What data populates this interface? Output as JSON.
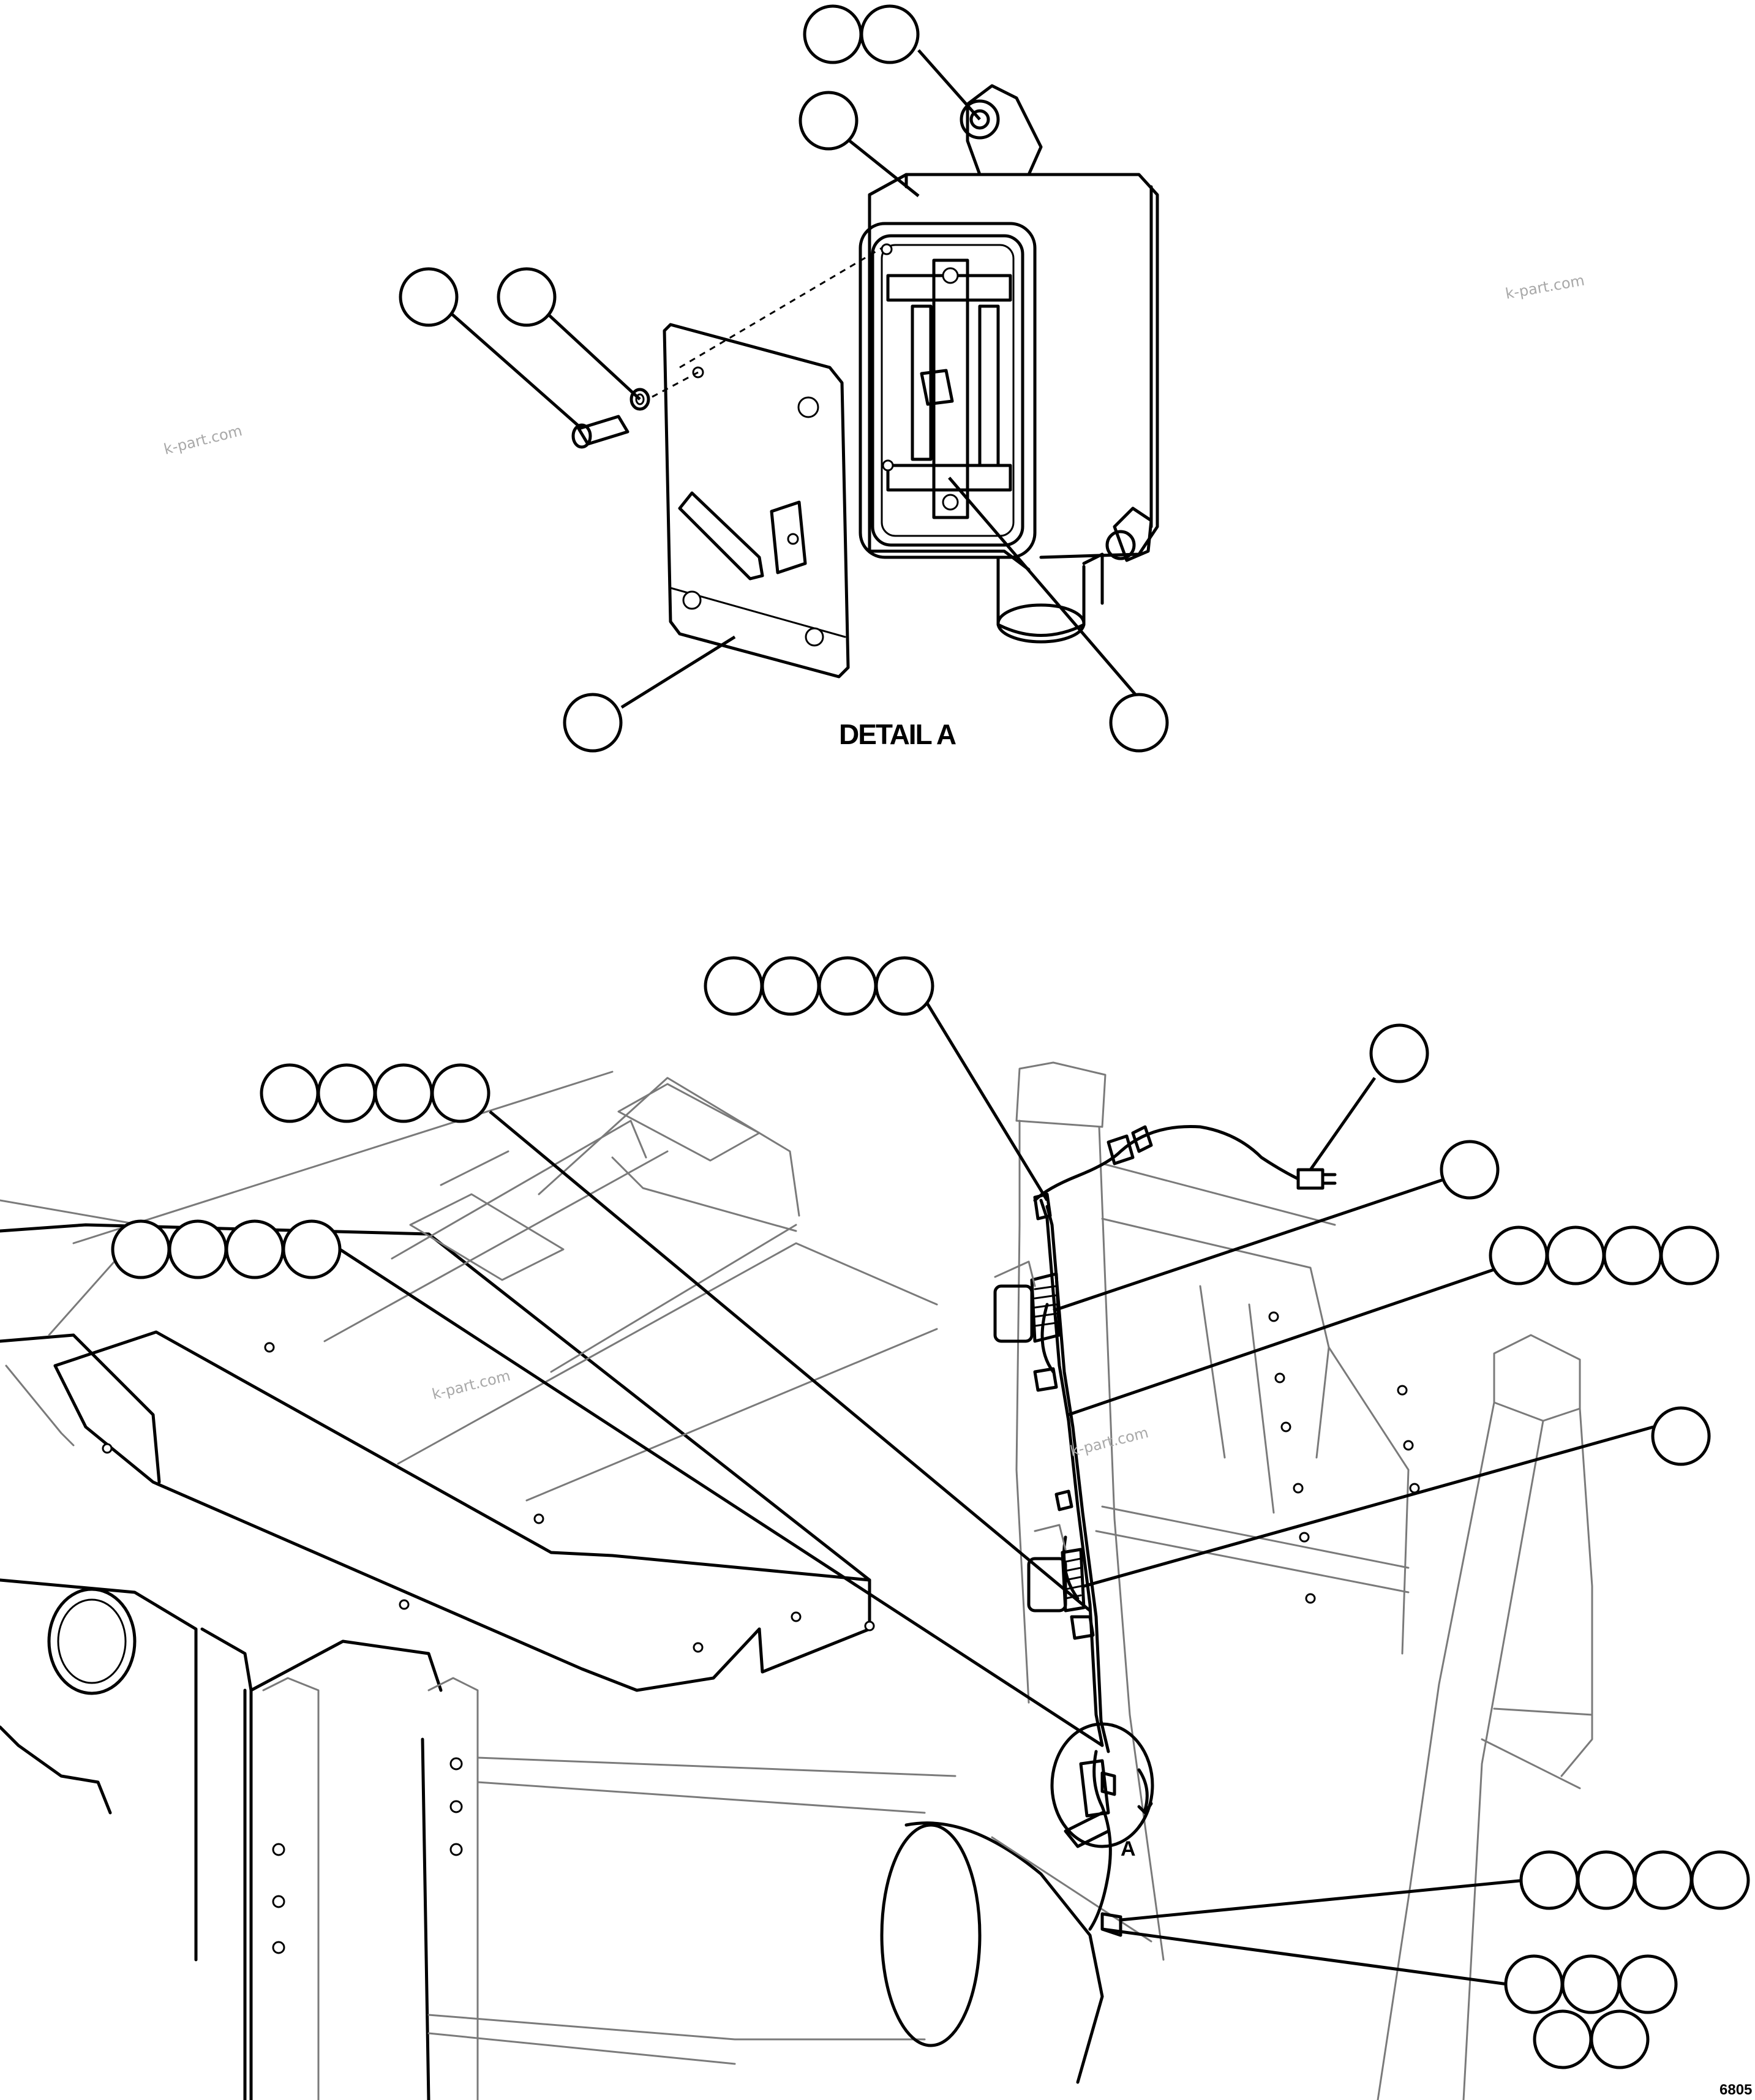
{
  "detail_label": "DETAIL A",
  "view_marker": "A",
  "figure_code": "6805",
  "watermarks": [
    "k-part.com",
    "k-part.com",
    "k-part.com",
    "k-part.com"
  ],
  "colors": {
    "line": "#000000",
    "background": "#ffffff",
    "watermark": "#a8a8a8"
  }
}
